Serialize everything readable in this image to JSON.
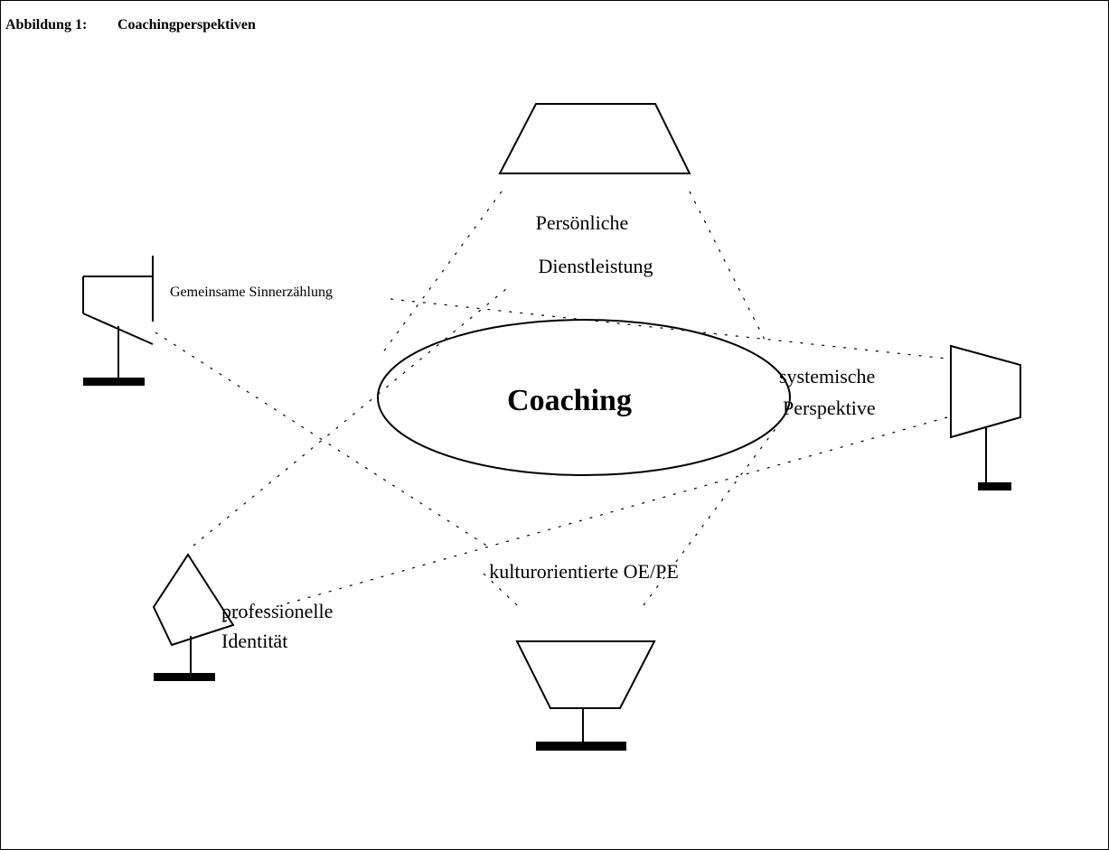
{
  "figure": {
    "label": "Abbildung 1:",
    "title": "Coachingperspektiven"
  },
  "center": {
    "label": "Coaching"
  },
  "perspectives": {
    "top": {
      "line1": "Persönliche",
      "line2": "Dienstleistung"
    },
    "left": {
      "label": "Gemeinsame Sinnerzählung"
    },
    "right": {
      "line1": "systemische",
      "line2": "Perspektive"
    },
    "bottom": {
      "label": "kulturorientierte OE/PE"
    },
    "bottom_left": {
      "line1": "professionelle",
      "line2": "Identität"
    }
  }
}
